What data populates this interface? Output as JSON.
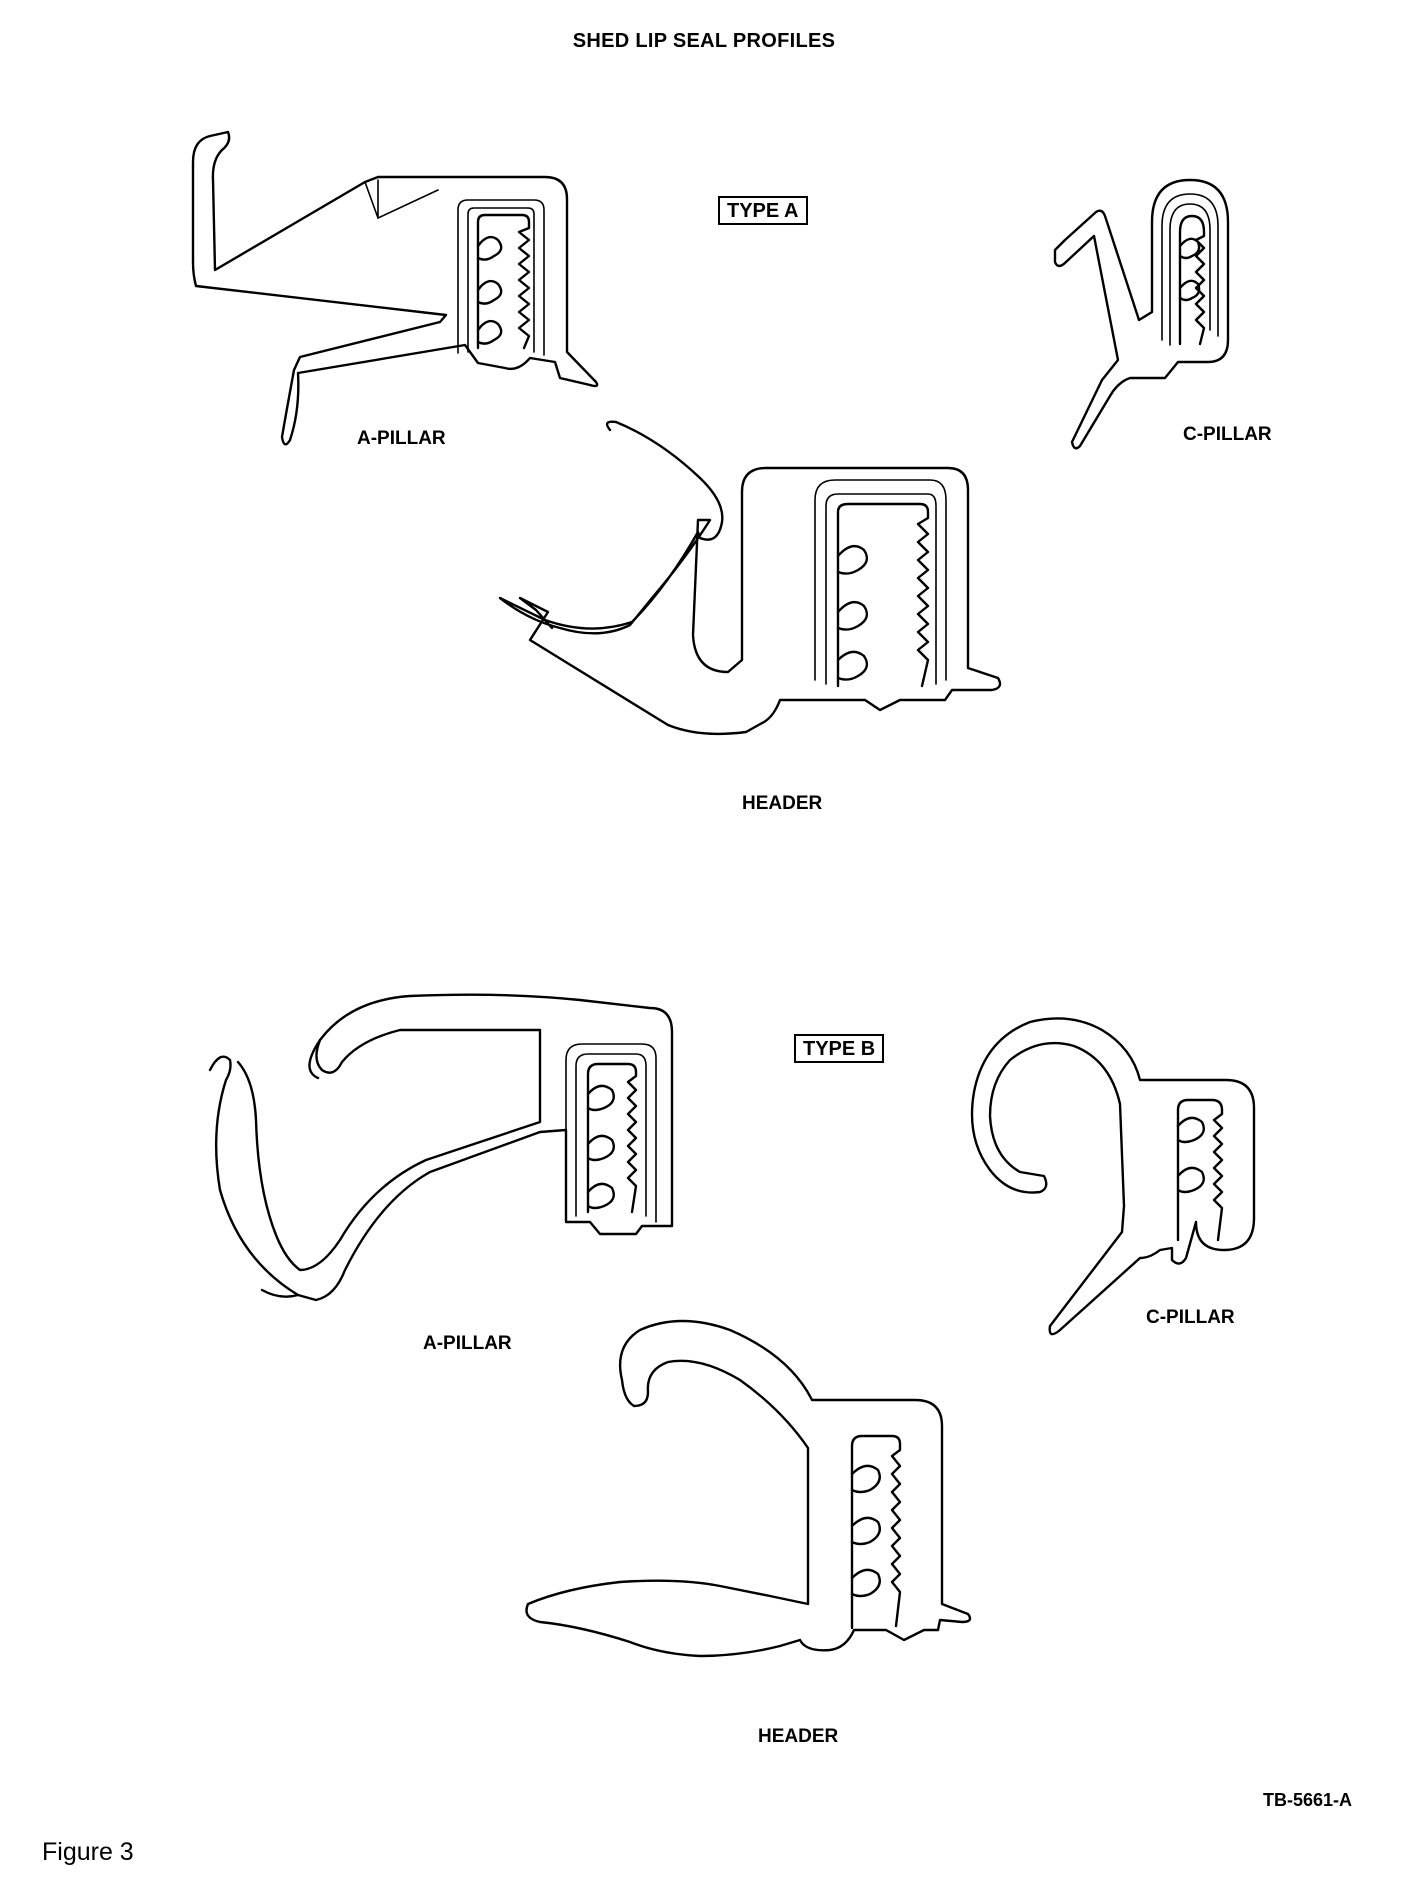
{
  "title": "SHED LIP SEAL PROFILES",
  "type_a": {
    "label": "TYPE A",
    "a_pillar": "A-PILLAR",
    "c_pillar": "C-PILLAR",
    "header": "HEADER"
  },
  "type_b": {
    "label": "TYPE B",
    "a_pillar": "A-PILLAR",
    "c_pillar": "C-PILLAR",
    "header": "HEADER"
  },
  "reference": "TB-5661-A",
  "caption": "Figure 3"
}
